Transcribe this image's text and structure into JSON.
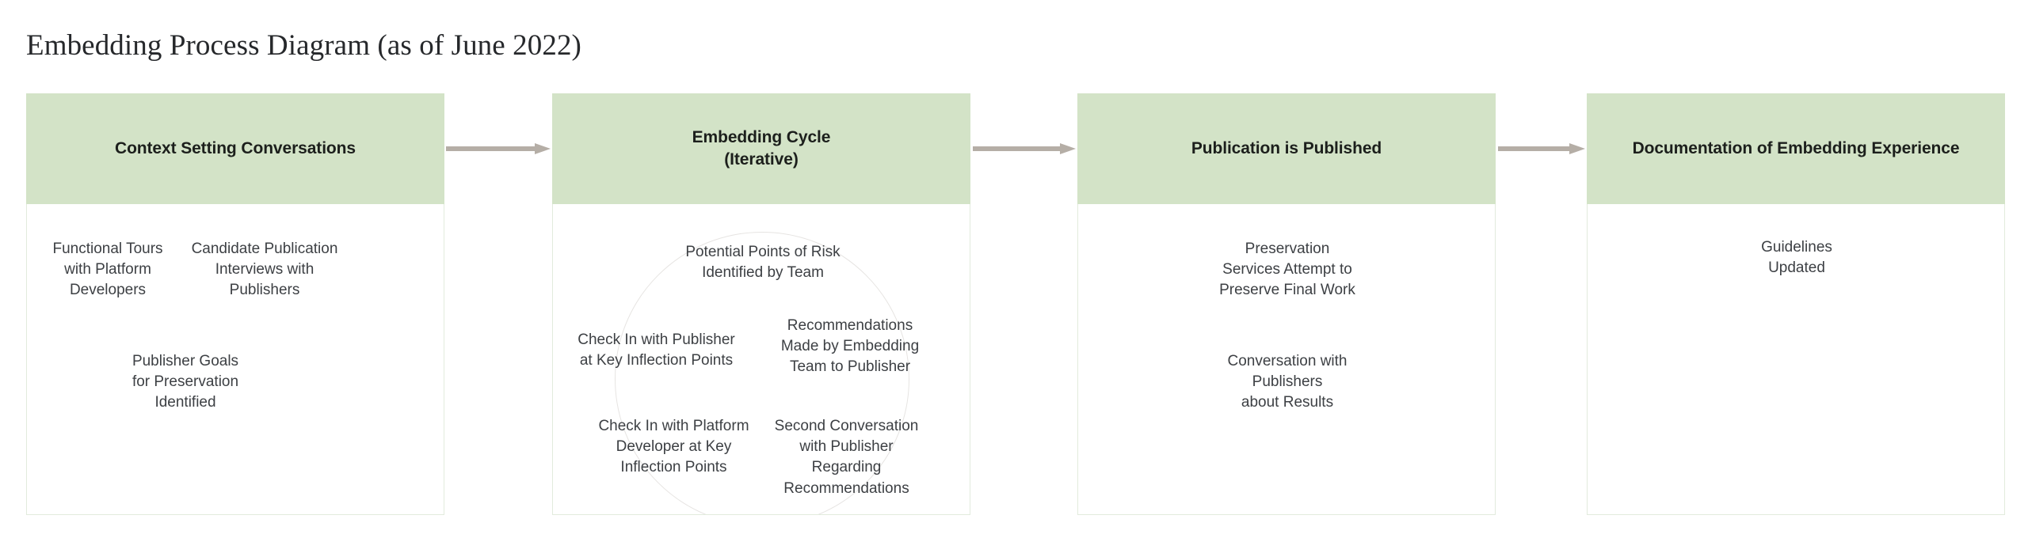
{
  "title": "Embedding Process Diagram (as of June 2022)",
  "colors": {
    "header_green": "#d3e3c7",
    "arrow_gray": "#b5aea6",
    "box_border": "#e2ebdd",
    "circle_stroke": "#e6e4e2",
    "body_text": "#3d4044",
    "header_text": "#1c1f1c",
    "title_text": "#26282b"
  },
  "columns": [
    {
      "id": "context-setting-conversations",
      "header": "Context Setting Conversations",
      "items": [
        "Functional Tours\nwith Platform\nDevelopers",
        "Candidate Publication\nInterviews with\nPublishers",
        "Publisher Goals\nfor Preservation\nIdentified"
      ]
    },
    {
      "id": "embedding-cycle",
      "header": "Embedding Cycle\n(Iterative)",
      "cycle_items": [
        "Potential Points of Risk\nIdentified by Team",
        "Recommendations\nMade by Embedding\nTeam to Publisher",
        "Second Conversation\nwith Publisher\nRegarding\nRecommendations",
        "Check In with Platform\nDeveloper at Key\nInflection Points",
        "Check In with Publisher\nat Key Inflection Points"
      ]
    },
    {
      "id": "publication-is-published",
      "header": "Publication is Published",
      "items": [
        "Preservation\nServices Attempt to\nPreserve Final Work",
        "Conversation with\nPublishers\nabout Results"
      ]
    },
    {
      "id": "documentation-of-embedding-experience",
      "header": "Documentation of Embedding Experience",
      "items": [
        "Guidelines\nUpdated"
      ]
    }
  ],
  "arrows": [
    {
      "id": "arrow-1-to-2",
      "from": "context-setting-conversations",
      "to": "embedding-cycle"
    },
    {
      "id": "arrow-2-to-3",
      "from": "embedding-cycle",
      "to": "publication-is-published"
    },
    {
      "id": "arrow-3-to-4",
      "from": "publication-is-published",
      "to": "documentation-of-embedding-experience"
    }
  ]
}
